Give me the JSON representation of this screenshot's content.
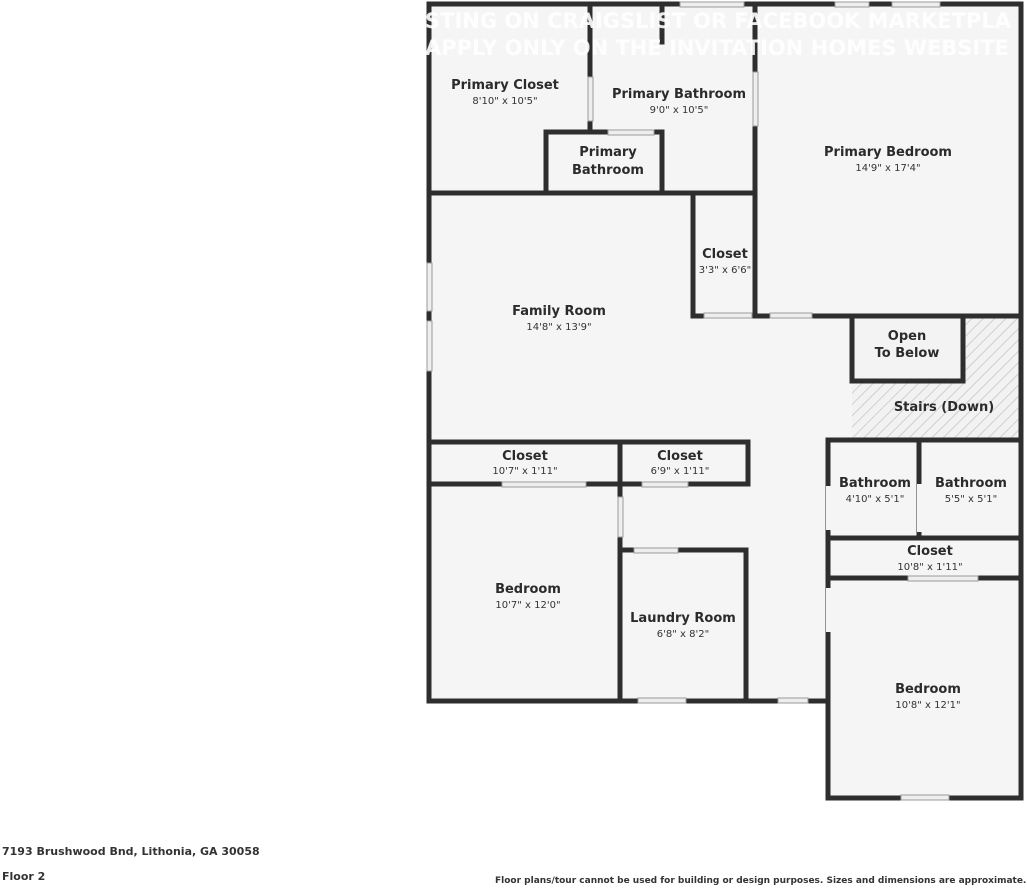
{
  "watermark": {
    "line1": "STING ON CRAIGSLIST OR FACEBOOK MARKETPLA",
    "line2": "APPLY ONLY ON THE INVITATION HOMES WEBSITE"
  },
  "rooms": {
    "primary_closet": {
      "name": "Primary Closet",
      "dims": "8'10\" x 10'5\""
    },
    "primary_bath_1": {
      "name": "Primary Bathroom",
      "dims": "9'0\" x 10'5\""
    },
    "primary_bath_2": {
      "name_line1": "Primary",
      "name_line2": "Bathroom"
    },
    "primary_bedroom": {
      "name": "Primary Bedroom",
      "dims": "14'9\" x 17'4\""
    },
    "closet_small": {
      "name": "Closet",
      "dims": "3'3\" x 6'6\""
    },
    "family_room": {
      "name": "Family Room",
      "dims": "14'8\" x 13'9\""
    },
    "open_to_below": {
      "name_line1": "Open",
      "name_line2": "To Below"
    },
    "stairs": {
      "name": "Stairs (Down)"
    },
    "closet_left": {
      "name": "Closet",
      "dims": "10'7\" x 1'11\""
    },
    "closet_mid": {
      "name": "Closet",
      "dims": "6'9\" x 1'11\""
    },
    "bathroom_1": {
      "name": "Bathroom",
      "dims": "4'10\" x 5'1\""
    },
    "bathroom_2": {
      "name": "Bathroom",
      "dims": "5'5\" x 5'1\""
    },
    "closet_right": {
      "name": "Closet",
      "dims": "10'8\" x 1'11\""
    },
    "bedroom_left": {
      "name": "Bedroom",
      "dims": "10'7\" x 12'0\""
    },
    "laundry": {
      "name": "Laundry Room",
      "dims": "6'8\" x 8'2\""
    },
    "bedroom_right": {
      "name": "Bedroom",
      "dims": "10'8\" x 12'1\""
    }
  },
  "footer": {
    "address": "7193 Brushwood Bnd, Lithonia, GA 30058",
    "floor": "Floor 2",
    "disclaimer": "Floor plans/tour cannot be used for building or design purposes. Sizes and dimensions are approximate."
  },
  "colors": {
    "wall": "#2e2e2e",
    "floor_fill": "#f5f5f5",
    "stairs_hatch": "#cfcfcf",
    "window": "#e8e8e8"
  }
}
